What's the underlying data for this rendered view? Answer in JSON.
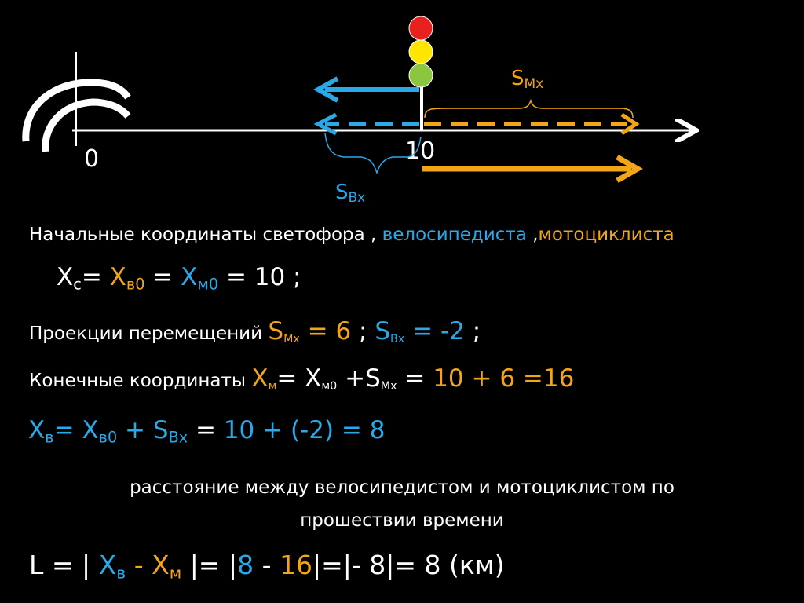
{
  "diagram": {
    "origin_label": "0",
    "mark_label": "10",
    "s_mx_label": {
      "main": "S",
      "sub": "Mx"
    },
    "s_bx_label": {
      "main": "S",
      "sub": "Bx"
    },
    "traffic_light": [
      "#e8211e",
      "#ffe600",
      "#8cc63f"
    ]
  },
  "text": {
    "initial": {
      "prefix": "Начальные координаты светофора , ",
      "cyclist": "велосипедиста",
      "comma": " ,",
      "motorcyclist": "мотоциклиста"
    },
    "equation_initial": {
      "xc": "X",
      "xc_sub": "c",
      "eq1": "= ",
      "xv0": "X",
      "xv0_sub": "в0",
      "eq2": " = ",
      "xm0": "X",
      "xm0_sub": "м0",
      "rest": " = 10 ;"
    },
    "projections": {
      "label": "Проекции  перемещений  ",
      "smx": "S",
      "smx_sub": "Mx",
      "smx_val": " = 6",
      "sep": " ;  ",
      "sbx": "S",
      "sbx_sub": "Bx",
      "sbx_val": " = -2",
      "end": " ;"
    },
    "final": {
      "label": "Конечные координаты ",
      "xm": "X",
      "xm_sub": "м",
      "eq": "= X",
      "xm0_sub": "м0",
      "plus": " +",
      "smx": "S",
      "smx_sub": "Mx",
      "eq2": " = ",
      "calc": "10 + 6 =16"
    },
    "xv_line": {
      "xv": "X",
      "xv_sub": "в",
      "eq": "= X",
      "xv0_sub": "в0",
      "plus": " + S",
      "sbx_sub": "Bx",
      "eq2": "  = ",
      "calc": " 10 + (-2) = 8"
    },
    "distance_caption_1": "расстояние между велосипедистом и мотоциклистом по",
    "distance_caption_2": "прошествии времени",
    "distance": {
      "l": "L = | ",
      "xv": "X",
      "xv_sub": "в",
      "minus": " - X",
      "xm_sub": "м",
      "bar": " |= |",
      "eight": "8",
      "dash": " - ",
      "sixteen": "16",
      "rest": "|=|- 8|= 8 (км)"
    }
  },
  "colors": {
    "cyclist": "#2aa8e8",
    "motorcyclist": "#f2a516",
    "text": "#ffffff",
    "background": "#000000"
  }
}
